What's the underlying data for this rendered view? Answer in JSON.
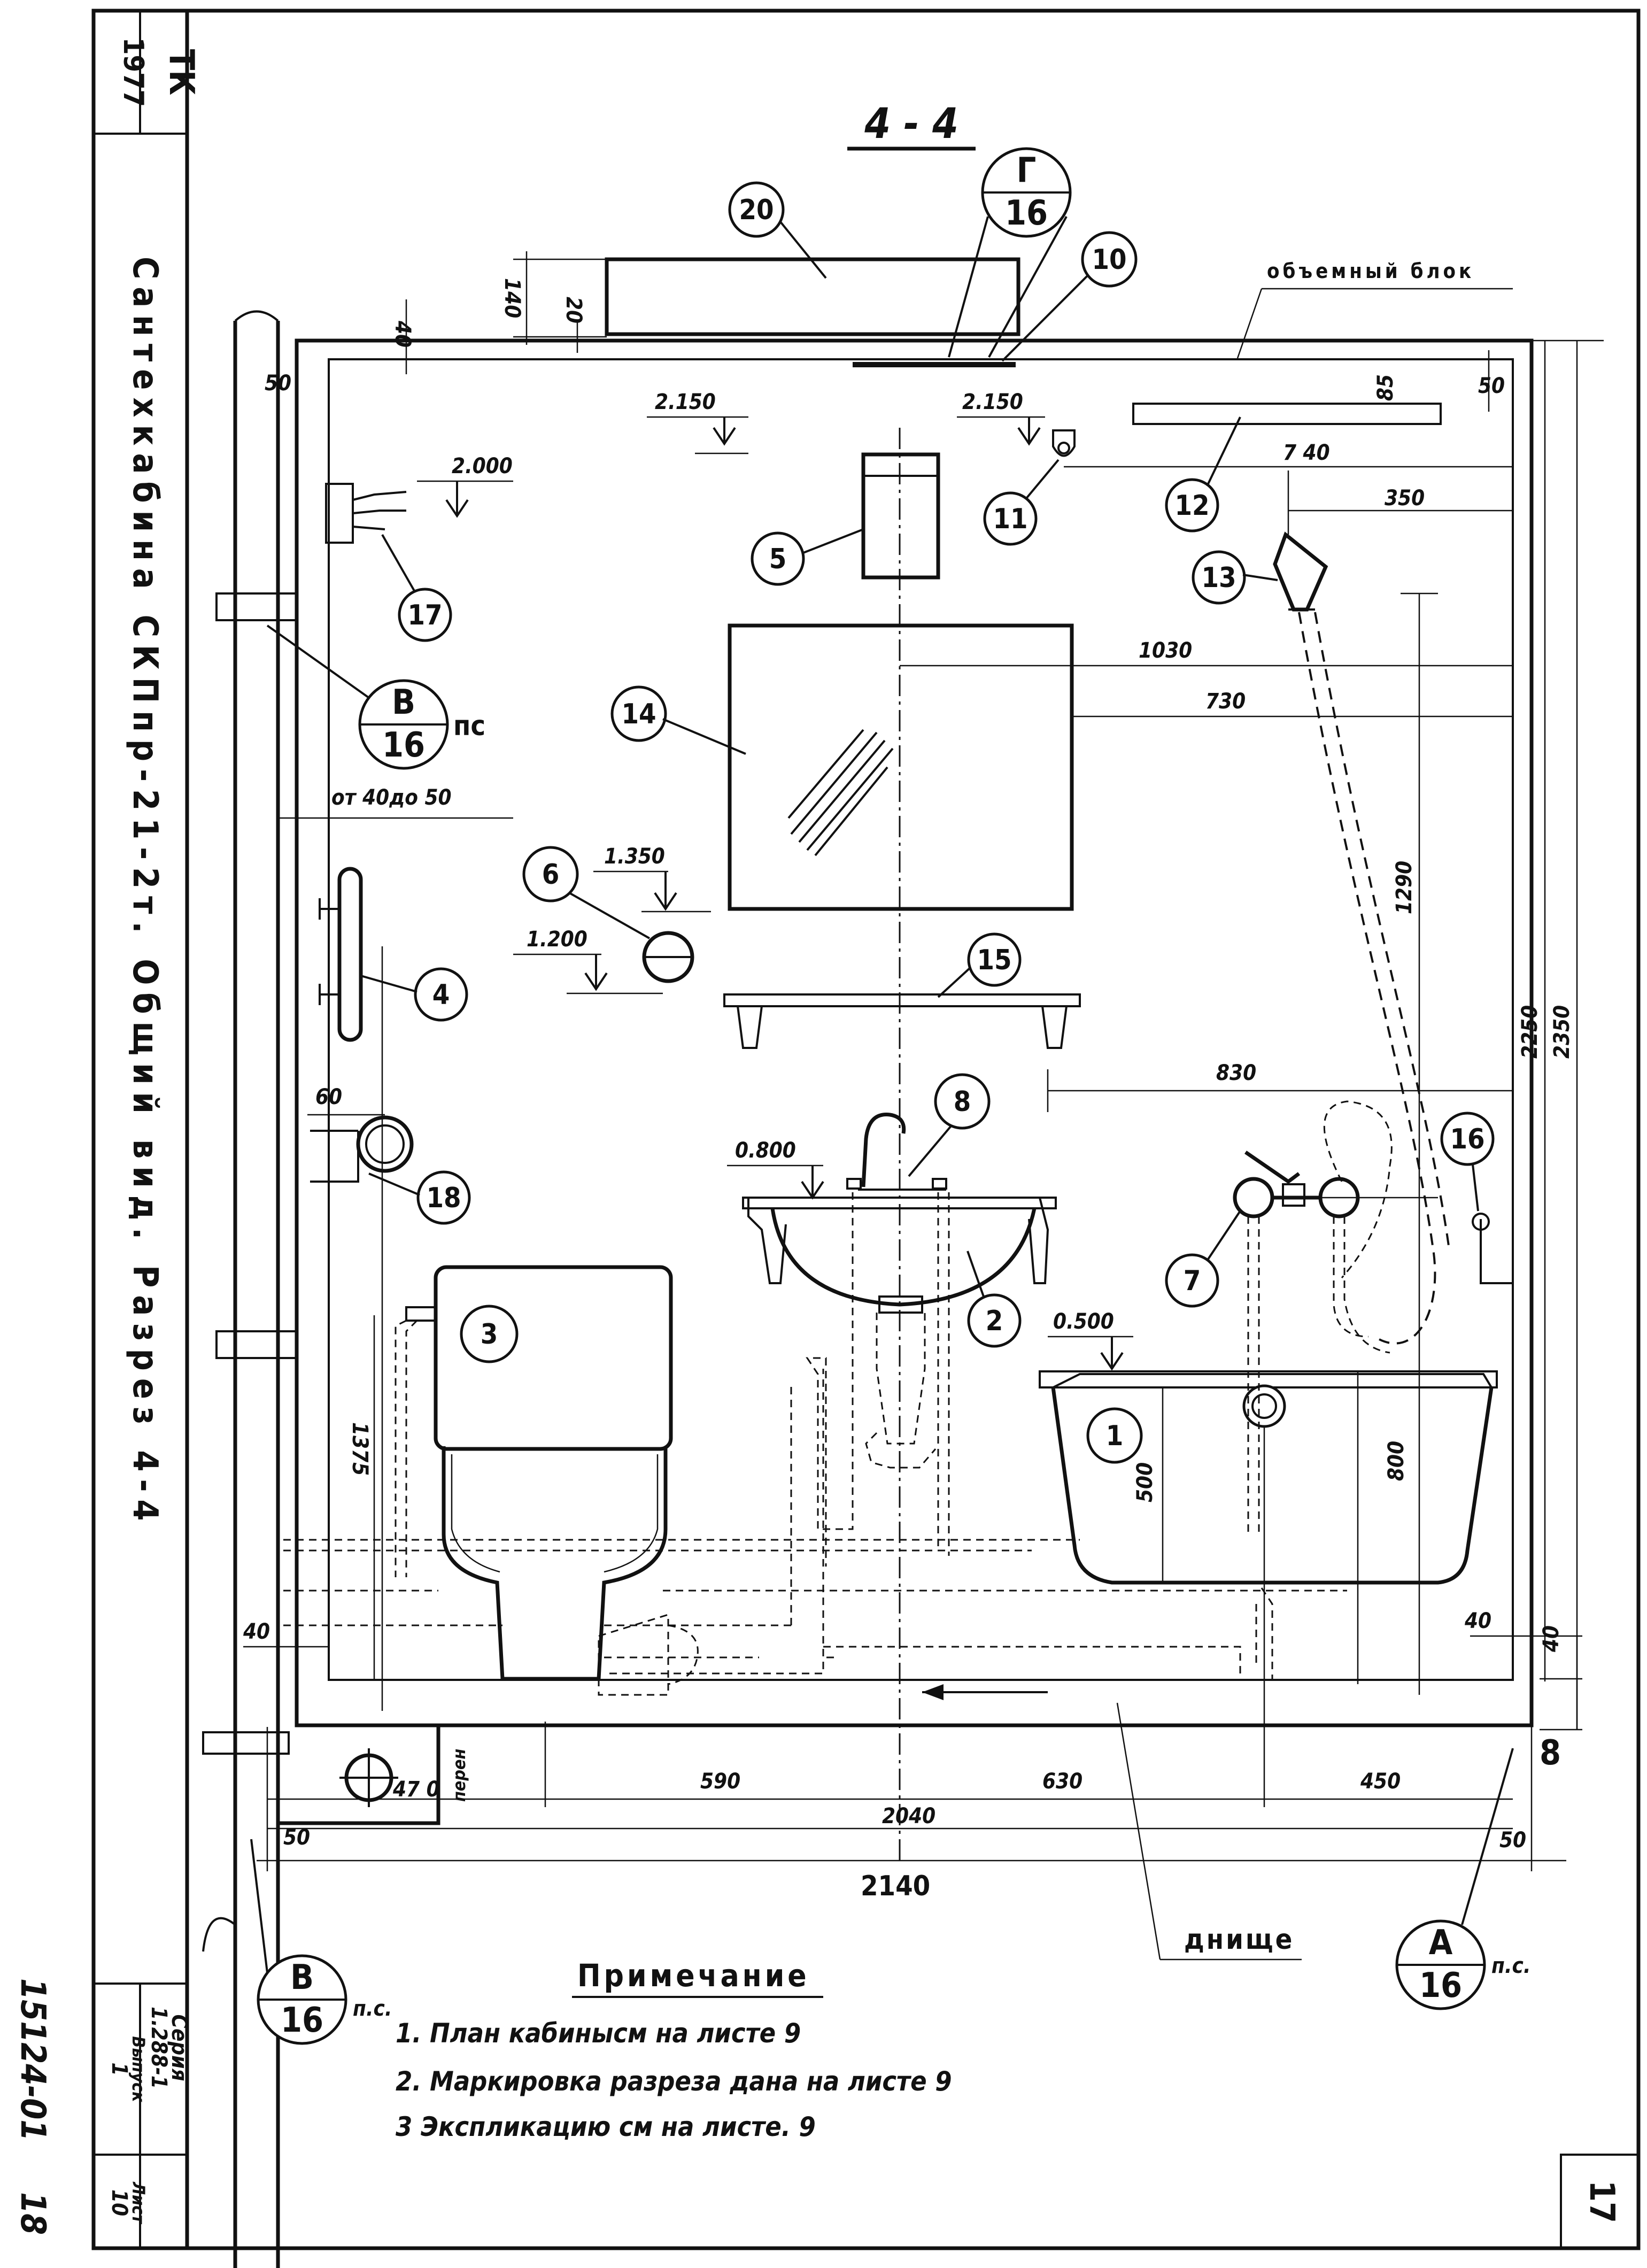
{
  "section_title": "4 - 4",
  "stamp": {
    "top": "ТК",
    "bottom": "1977"
  },
  "side_title": "Сантехкабина  СКПпр-21-2т.  Общий вид.  Разрез 4-4",
  "series_box": {
    "seria_label": "Серия",
    "seria_value": "1.288-1",
    "vypusk_label": "Выпуск",
    "vypusk_value": "1",
    "list_label": "Лист",
    "list_value": "10"
  },
  "side_code": "15124-01",
  "side_num": "18",
  "sheet_number": "17",
  "labels": {
    "volume_block": "объемный блок",
    "bottom": "днище",
    "from_to": "от 40до 50",
    "peren": "перен",
    "ps": "пс",
    "ps_dot": "п.с."
  },
  "callouts": {
    "G16": {
      "top": "Г",
      "bottom": "16"
    },
    "V16a": {
      "top": "В",
      "bottom": "16"
    },
    "V16b": {
      "top": "В",
      "bottom": "16"
    },
    "A16": {
      "top": "А",
      "bottom": "16"
    }
  },
  "positions": [
    "1",
    "2",
    "3",
    "4",
    "5",
    "6",
    "7",
    "8",
    "10",
    "11",
    "12",
    "13",
    "14",
    "15",
    "16",
    "17",
    "18",
    "20"
  ],
  "levels": [
    "2.150",
    "2.150",
    "2.000",
    "1.350",
    "1.200",
    "0.800",
    "0.500"
  ],
  "dims": {
    "d40a": "40",
    "d140": "140",
    "d20": "20",
    "d50a": "50",
    "d85": "85",
    "d50b": "50",
    "d740": "7 40",
    "d350": "350",
    "d1030": "1030",
    "d730": "730",
    "d1290": "1290",
    "d830": "830",
    "d2250": "2250",
    "d2350": "2350",
    "d60": "60",
    "d1375": "1375",
    "d500": "500",
    "d800": "800",
    "d40b": "40",
    "d40c": "40",
    "d40d": "40",
    "d8": "8",
    "d470": "47 0",
    "d590": "590",
    "d630": "630",
    "d450": "450",
    "d2040": "2040",
    "d50c": "50",
    "d50d": "50",
    "d2140": "2140"
  },
  "notes": {
    "heading": "Примечание",
    "items": [
      "1. План кабинысм на листе 9",
      "2. Маркировка разреза дана на листе 9",
      "3 Экспликацию см на листе. 9"
    ]
  }
}
